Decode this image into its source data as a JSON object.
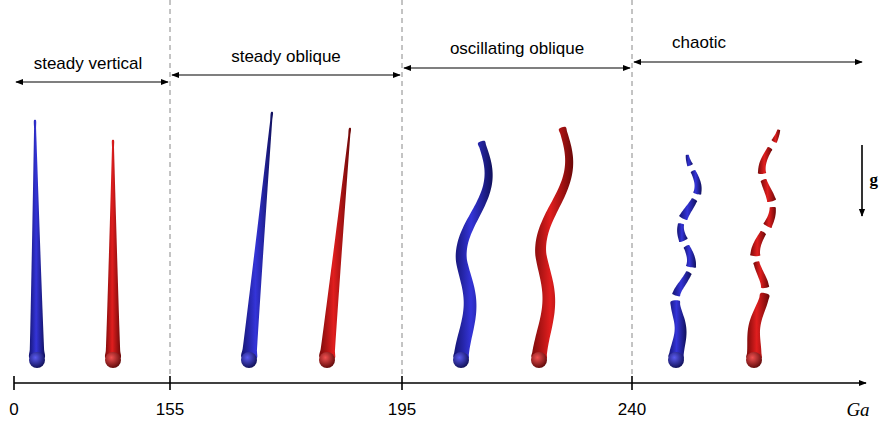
{
  "diagram": {
    "labels": [
      "steady vertical",
      "steady oblique",
      "oscillating oblique",
      "chaotic",
      "g",
      "0",
      "155",
      "195",
      "240",
      "Ga"
    ]
  }
}
